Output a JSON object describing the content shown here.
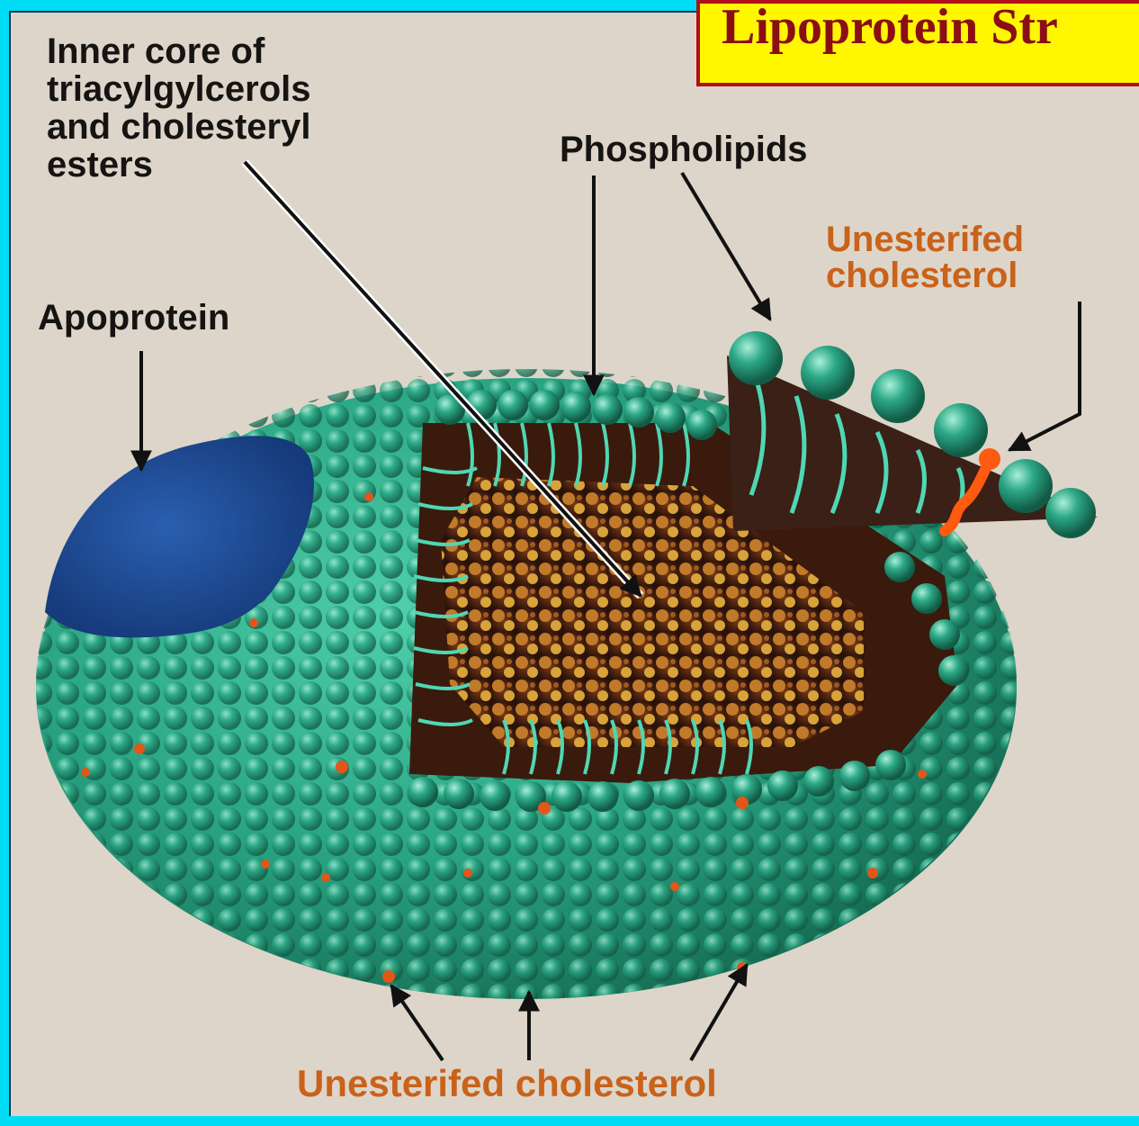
{
  "title": "Lipoprotein Str",
  "labels": {
    "inner_core": [
      "Inner core of",
      "triacylgylcerols",
      "and cholesteryl",
      "esters"
    ],
    "phospholipids": "Phospholipids",
    "unesterified_top": [
      "Unesterifed",
      "cholesterol"
    ],
    "apoprotein": "Apoprotein",
    "unesterified_bottom": "Unesterifed cholesterol"
  },
  "colors": {
    "background": "#00dcf4",
    "panel": "#ddd5c9",
    "title_fill": "#fff700",
    "title_border": "#b0101a",
    "title_text": "#8a0f14",
    "shell": "#2aa583",
    "apoprotein": "#1f4f9e",
    "core": "#5a2a12",
    "cholesterol": "#e2561a"
  }
}
